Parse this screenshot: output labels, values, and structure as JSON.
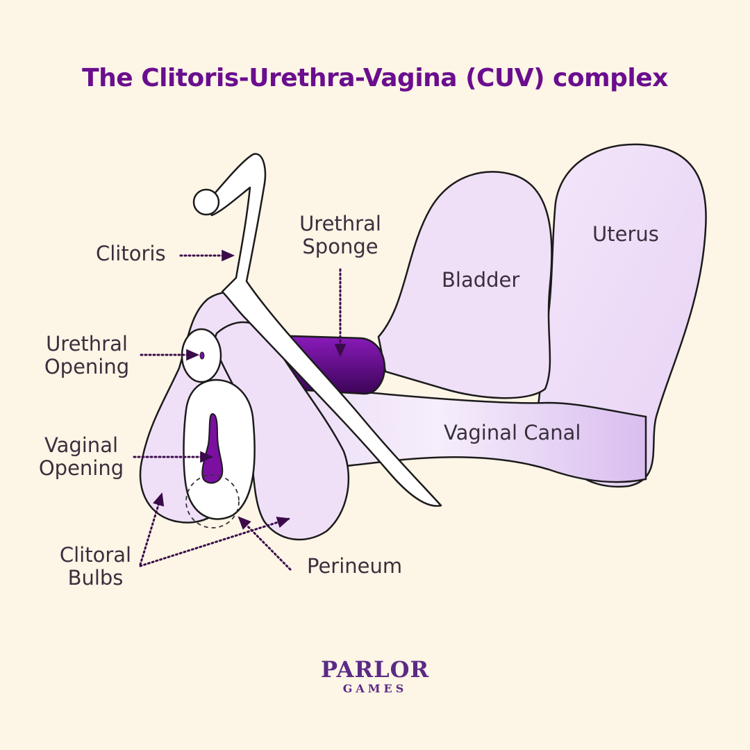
{
  "title": "The Clitoris-Urethra-Vagina (CUV) complex",
  "labels": {
    "clitoris": "Clitoris",
    "urethral_sponge_line1": "Urethral",
    "urethral_sponge_line2": "Sponge",
    "bladder": "Bladder",
    "uterus": "Uterus",
    "urethral_opening_line1": "Urethral",
    "urethral_opening_line2": "Opening",
    "vaginal_opening_line1": "Vaginal",
    "vaginal_opening_line2": "Opening",
    "vaginal_canal": "Vaginal Canal",
    "clitoral_bulbs_line1": "Clitoral",
    "clitoral_bulbs_line2": "Bulbs",
    "perineum": "Perineum"
  },
  "logo": {
    "word": "PARLOR",
    "sub": "GAMES"
  },
  "colors": {
    "background": "#fdf5e6",
    "title": "#6a0e8e",
    "organ_fill": "#efe0f8",
    "accent_purple": "#7a0fa0",
    "outline": "#1b1b1b",
    "label_text": "#3a2f3c",
    "logo": "#5b2a86"
  }
}
